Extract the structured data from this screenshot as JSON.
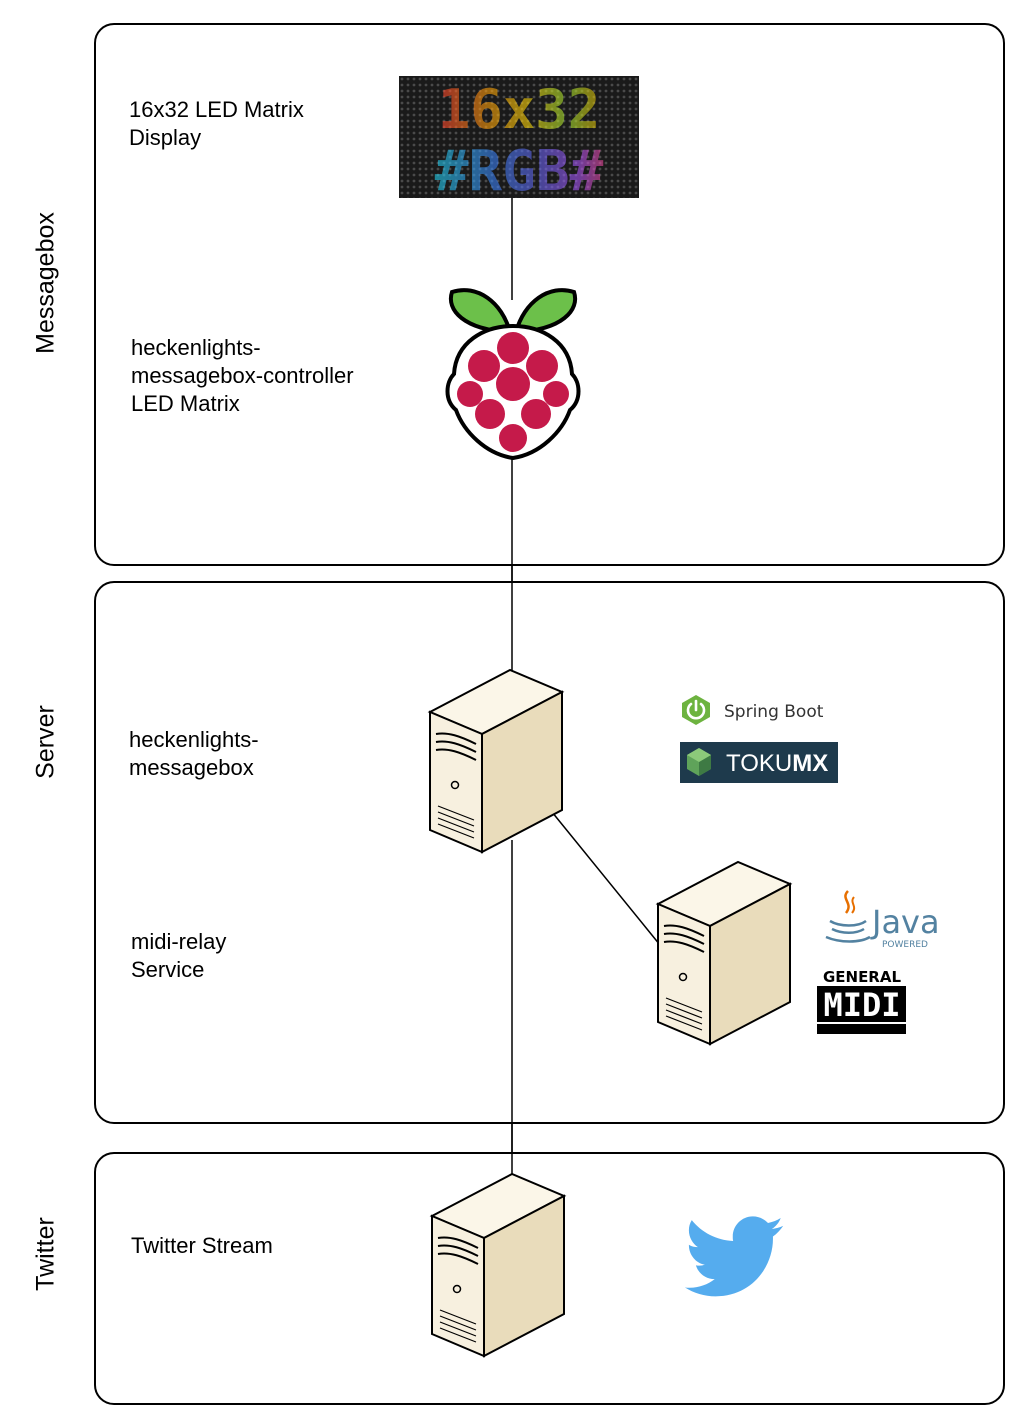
{
  "lanes": {
    "messagebox": "Messagebox",
    "server": "Server",
    "twitter": "Twitter"
  },
  "labels": {
    "led_display": [
      "16x32 LED Matrix",
      "Display"
    ],
    "controller": [
      "heckenlights-",
      "messagebox-controller",
      "LED Matrix"
    ],
    "messagebox_service": [
      "heckenlights-",
      "messagebox"
    ],
    "midi_relay": [
      "midi-relay",
      "Service"
    ],
    "twitter_stream": "Twitter Stream"
  },
  "led_matrix": {
    "line1": "16x32",
    "line2": "#RGB#"
  },
  "logos": {
    "spring_boot": "Spring Boot",
    "tokumx_a": "TOKU",
    "tokumx_b": "MX",
    "java": "Java",
    "java_sub": "POWERED",
    "general_midi_top": "GENERAL",
    "general_midi_bottom": "MIDI"
  },
  "colors": {
    "raspberry": "#c51a4a",
    "leaf": "#6cc04a",
    "twitter": "#55acee",
    "spring": "#6db33f",
    "tokumx_bg": "#1e3a4c",
    "server_body": "#f7f0df"
  }
}
